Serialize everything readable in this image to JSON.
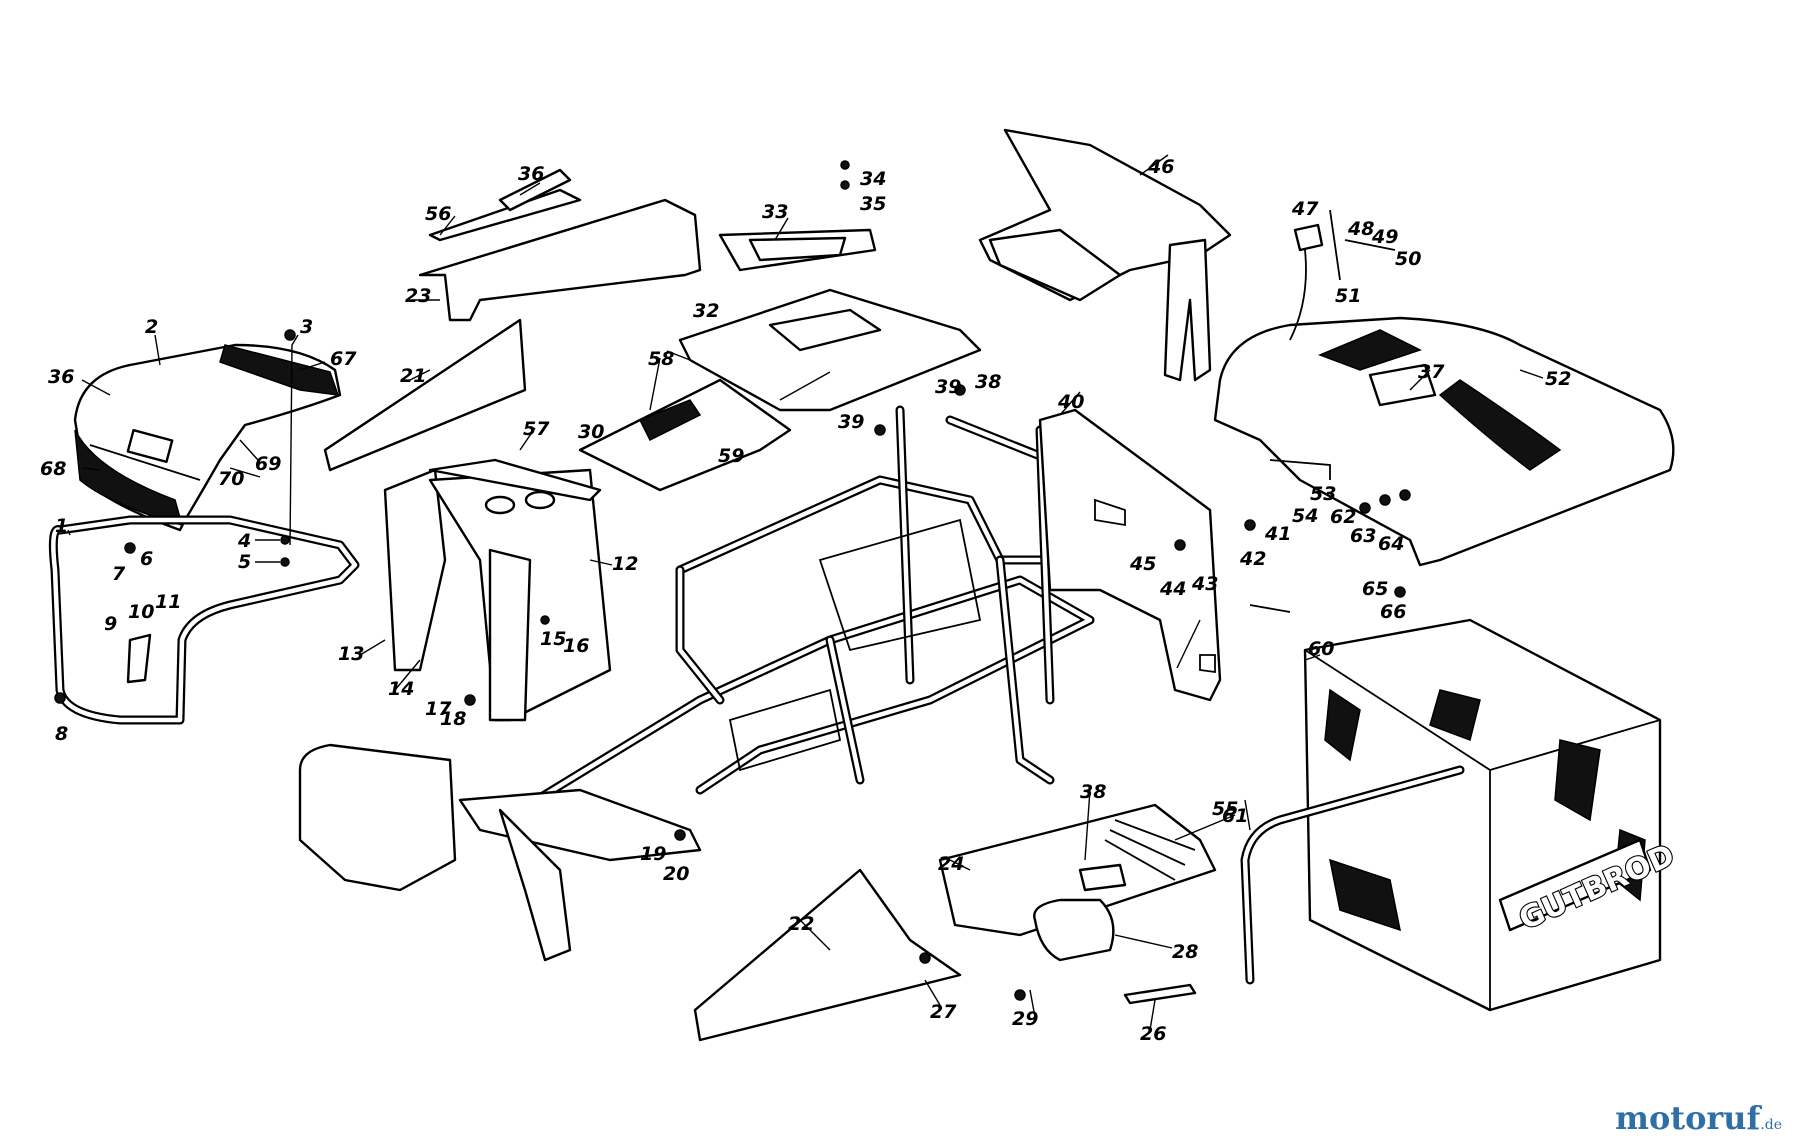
{
  "diagram": {
    "brand_lettering": "GUTBROD",
    "part_labels": [
      {
        "id": "n1",
        "text": "1"
      },
      {
        "id": "n2",
        "text": "2"
      },
      {
        "id": "n3",
        "text": "3"
      },
      {
        "id": "n4",
        "text": "4"
      },
      {
        "id": "n5",
        "text": "5"
      },
      {
        "id": "n6",
        "text": "6"
      },
      {
        "id": "n7",
        "text": "7"
      },
      {
        "id": "n8",
        "text": "8"
      },
      {
        "id": "n9",
        "text": "9"
      },
      {
        "id": "n10",
        "text": "10"
      },
      {
        "id": "n11",
        "text": "11"
      },
      {
        "id": "n12",
        "text": "12"
      },
      {
        "id": "n13",
        "text": "13"
      },
      {
        "id": "n14",
        "text": "14"
      },
      {
        "id": "n15",
        "text": "15"
      },
      {
        "id": "n16",
        "text": "16"
      },
      {
        "id": "n17",
        "text": "17"
      },
      {
        "id": "n18",
        "text": "18"
      },
      {
        "id": "n19",
        "text": "19"
      },
      {
        "id": "n20",
        "text": "20"
      },
      {
        "id": "n21",
        "text": "21"
      },
      {
        "id": "n22",
        "text": "22"
      },
      {
        "id": "n23",
        "text": "23"
      },
      {
        "id": "n24",
        "text": "24"
      },
      {
        "id": "n26",
        "text": "26"
      },
      {
        "id": "n27",
        "text": "27"
      },
      {
        "id": "n28",
        "text": "28"
      },
      {
        "id": "n29",
        "text": "29"
      },
      {
        "id": "n30",
        "text": "30"
      },
      {
        "id": "n32",
        "text": "32"
      },
      {
        "id": "n33",
        "text": "33"
      },
      {
        "id": "n34",
        "text": "34"
      },
      {
        "id": "n35",
        "text": "35"
      },
      {
        "id": "n36a",
        "text": "36"
      },
      {
        "id": "n36b",
        "text": "36"
      },
      {
        "id": "n37",
        "text": "37"
      },
      {
        "id": "n38a",
        "text": "38"
      },
      {
        "id": "n38b",
        "text": "38"
      },
      {
        "id": "n39a",
        "text": "39"
      },
      {
        "id": "n39b",
        "text": "39"
      },
      {
        "id": "n40",
        "text": "40"
      },
      {
        "id": "n41",
        "text": "41"
      },
      {
        "id": "n42",
        "text": "42"
      },
      {
        "id": "n43",
        "text": "43"
      },
      {
        "id": "n44",
        "text": "44"
      },
      {
        "id": "n45",
        "text": "45"
      },
      {
        "id": "n46",
        "text": "46"
      },
      {
        "id": "n47",
        "text": "47"
      },
      {
        "id": "n48",
        "text": "48"
      },
      {
        "id": "n49",
        "text": "49"
      },
      {
        "id": "n50",
        "text": "50"
      },
      {
        "id": "n51",
        "text": "51"
      },
      {
        "id": "n52",
        "text": "52"
      },
      {
        "id": "n53",
        "text": "53"
      },
      {
        "id": "n54",
        "text": "54"
      },
      {
        "id": "n55",
        "text": "55"
      },
      {
        "id": "n56",
        "text": "56"
      },
      {
        "id": "n57",
        "text": "57"
      },
      {
        "id": "n58",
        "text": "58"
      },
      {
        "id": "n59",
        "text": "59"
      },
      {
        "id": "n60",
        "text": "60"
      },
      {
        "id": "n61",
        "text": "61"
      },
      {
        "id": "n62",
        "text": "62"
      },
      {
        "id": "n63",
        "text": "63"
      },
      {
        "id": "n64",
        "text": "64"
      },
      {
        "id": "n65",
        "text": "65"
      },
      {
        "id": "n66",
        "text": "66"
      },
      {
        "id": "n67",
        "text": "67"
      },
      {
        "id": "n68",
        "text": "68"
      },
      {
        "id": "n69",
        "text": "69"
      },
      {
        "id": "n70",
        "text": "70"
      }
    ]
  },
  "watermark": {
    "main": "motoruf",
    "tld": ".de"
  }
}
